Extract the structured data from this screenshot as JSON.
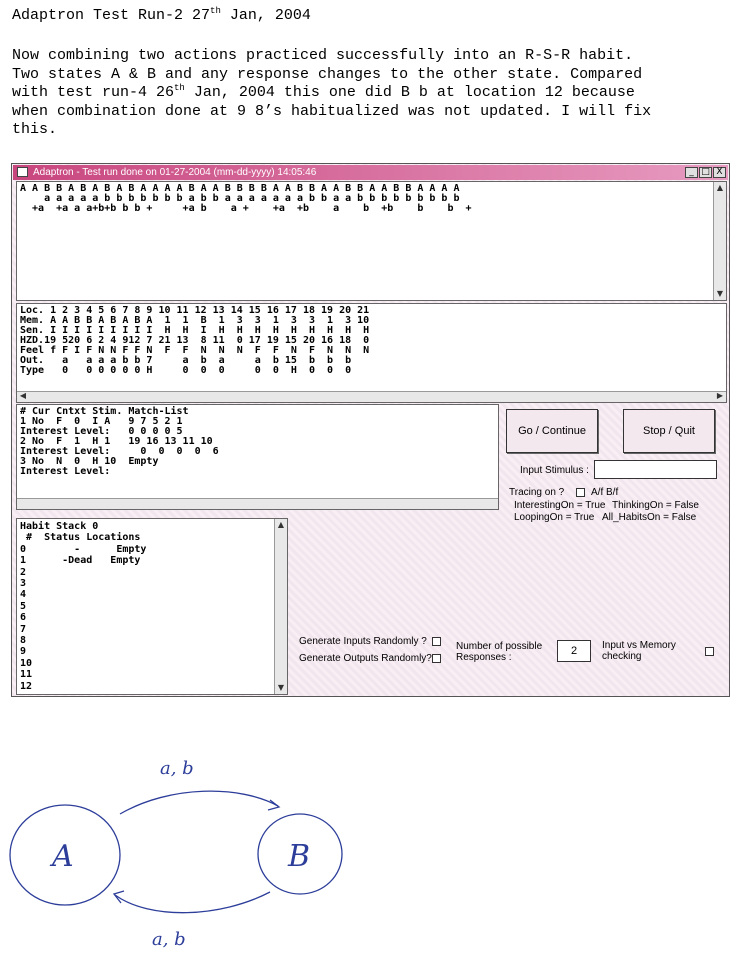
{
  "doc": {
    "title_before": "Adaptron Test Run-2 27",
    "title_sup": "th",
    "title_after": " Jan, 2004",
    "para_line1": "Now combining two actions practiced successfully into an R-S-R habit.",
    "para_line2": "Two states A & B and any response changes to the other state. Compared",
    "para_line3_before": "with test run-4 26",
    "para_line3_sup": "th",
    "para_line3_after": " Jan, 2004 this one did B b at location 12 because",
    "para_line4": "when combination done at 9 8’s habitualized was not updated. I will fix",
    "para_line5": "this."
  },
  "window": {
    "title": "Adaptron - Test run done on 01-27-2004 (mm-dd-yyyy) 14:05:46",
    "min_glyph": "_",
    "max_glyph": "□",
    "close_glyph": "X"
  },
  "sequence_pane": {
    "lines": [
      "A A B B A B A B A B A A A A B A A B B B B A A B B A A B B A A B B A A A A",
      "    a a a a a b b b b b b b a b b a a a a a a a b b a a b b b b b b b b b",
      "  +a  +a a a+b+b b b +     +a b    a +    +a  +b    a    b  +b    b    b  +"
    ]
  },
  "table_pane": {
    "rows": [
      "Loc. 1 2 3 4 5 6 7 8 9 10 11 12 13 14 15 16 17 18 19 20 21",
      "Mem. A A B B A B A B A  1  1  B  1  3  3  1  3  3  1  3 10",
      "Sen. I I I I I I I I I  H  H  I  H  H  H  H  H  H  H  H  H",
      "HZD.19 520 6 2 4 912 7 21 13  8 11  0 17 19 15 20 16 18  0",
      "Feel f F I F N N F F N  F  F  N  N  N  F  F  N  F  N  N  N",
      "Out.   a   a a a b b 7     a  b  a     a  b 15  b  b  b",
      "Type   0   0 0 0 0 0 H     0  0  0     0  0  H  0  0  0"
    ]
  },
  "match_pane": {
    "lines": [
      "# Cur Cntxt Stim. Match-List",
      "1 No  F  0  I A   9 7 5 2 1",
      "Interest Level:   0 0 0 0 5",
      "2 No  F  1  H 1   19 16 13 11 10",
      "Interest Level:     0  0  0  0  6",
      "3 No  N  0  H 10  Empty",
      "Interest Level:"
    ]
  },
  "habit_pane": {
    "lines": [
      "Habit Stack 0",
      " #  Status Locations",
      "0        -      Empty",
      "1      -Dead   Empty",
      "2",
      "3",
      "4",
      "5",
      "6",
      "7",
      "8",
      "9",
      "10",
      "11",
      "12"
    ]
  },
  "controls": {
    "go_label": "Go / Continue",
    "stop_label": "Stop / Quit",
    "input_stimulus_label": "Input Stimulus :",
    "input_stimulus_value": "",
    "tracing_label": "Tracing on ?",
    "af_bf_label": "A/f  B/f",
    "interesting_on": "InterestingOn = True",
    "thinking_on": "ThinkingOn = False",
    "looping_on": "LoopingOn = True",
    "all_habits_on": "All_HabitsOn = False",
    "gen_inputs_label": "Generate Inputs Randomly ?",
    "gen_outputs_label": "Generate Outputs Randomly?",
    "num_responses_label_1": "Number of possible",
    "num_responses_label_2": "Responses :",
    "num_responses_value": "2",
    "input_vs_memory_1": "Input vs Memory",
    "input_vs_memory_2": "checking"
  },
  "diagram": {
    "state_a": "A",
    "state_b": "B",
    "top_label": "a, b",
    "bottom_label": "a, b",
    "ink_color": "#2d3e9a"
  }
}
